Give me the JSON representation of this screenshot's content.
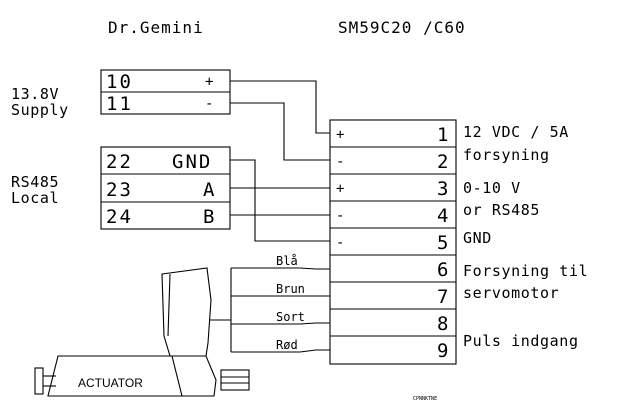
{
  "header": {
    "left_title": "Dr.Gemini",
    "right_title": "SM59C20 /C60"
  },
  "supply": {
    "label_line1": "13.8V",
    "label_line2": "Supply",
    "terminals": [
      {
        "num": "10",
        "sign": "+"
      },
      {
        "num": "11",
        "sign": "-"
      }
    ]
  },
  "rs485": {
    "label_line1": "RS485",
    "label_line2": "Local",
    "terminals": [
      {
        "num": "22",
        "sign": "GND"
      },
      {
        "num": "23",
        "sign": "A"
      },
      {
        "num": "24",
        "sign": "B"
      }
    ]
  },
  "controller": {
    "rows": [
      {
        "num": "1",
        "sign": "+"
      },
      {
        "num": "2",
        "sign": "-"
      },
      {
        "num": "3",
        "sign": "+"
      },
      {
        "num": "4",
        "sign": "-"
      },
      {
        "num": "5",
        "sign": "-"
      },
      {
        "num": "6",
        "sign": ""
      },
      {
        "num": "7",
        "sign": ""
      },
      {
        "num": "8",
        "sign": ""
      },
      {
        "num": "9",
        "sign": ""
      }
    ]
  },
  "descriptions": {
    "d1": "12 VDC / 5A",
    "d2": "forsyning",
    "d3": "0-10 V",
    "d4": "or RS485",
    "d5": "GND",
    "d6": "Forsyning til",
    "d7": "servomotor",
    "d8": "Puls indgang"
  },
  "wire_colors": [
    "Blå",
    "Brun",
    "Sort",
    "Rød"
  ],
  "actuator": {
    "label": "ACTUATOR"
  },
  "footer": {
    "tiny_text": "CPNNKTNE"
  }
}
